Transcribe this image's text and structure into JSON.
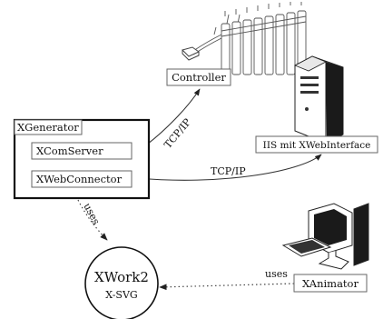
{
  "nodes": {
    "controller": "Controller",
    "xgenerator": "XGenerator",
    "xcomserver": "XComServer",
    "xwebconnector": "XWebConnector",
    "iis": "IIS mit XWebInterface",
    "xwork2": "XWork2",
    "xsvg": "X-SVG",
    "xanimator": "XAnimator"
  },
  "edges": {
    "tcp_controller": "TCP/IP",
    "tcp_iis": "TCP/IP",
    "uses_xgen": "uses",
    "uses_xanim": "uses"
  }
}
